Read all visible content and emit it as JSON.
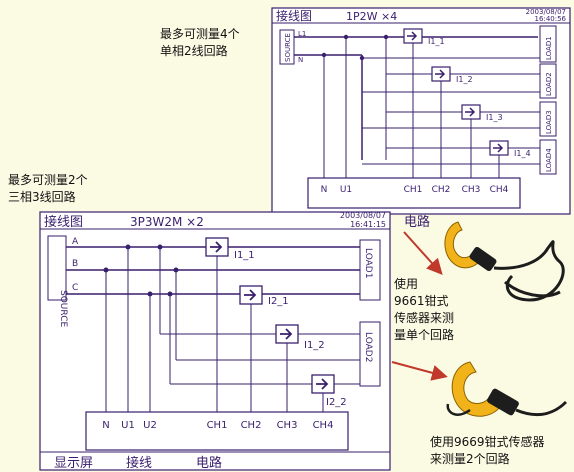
{
  "captions": {
    "four_single_phase": [
      "最多可测量4个",
      "单相2线回路"
    ],
    "two_three_phase": [
      "最多可测量2个",
      "三相3线回路"
    ],
    "clamp_9661": [
      "使用",
      "9661钳式",
      "传感器来测",
      "量单个回路"
    ],
    "clamp_9669": [
      "使用9669钳式传感器",
      "来测量2个回路"
    ]
  },
  "screen_top": {
    "title": "接线图",
    "mode": "1P2W ×4",
    "date": "2003/08/07",
    "time": "16:40:56",
    "source_label": "SOURCE",
    "line_labels": [
      "L1",
      "N"
    ],
    "loads": [
      "LOAD1",
      "LOAD2",
      "LOAD3",
      "LOAD4"
    ],
    "currents": [
      "I1_1",
      "I1_2",
      "I1_3",
      "I1_4"
    ],
    "terminals": [
      "N",
      "U1",
      "CH1",
      "CH2",
      "CH3",
      "CH4"
    ]
  },
  "screen_bottom": {
    "title": "接线图",
    "mode": "3P3W2M ×2",
    "date": "2003/08/07",
    "time": "16:41:15",
    "source_label": "SOURCE",
    "phase_labels": [
      "A",
      "B",
      "C"
    ],
    "loads": [
      "LOAD1",
      "LOAD2"
    ],
    "currents": [
      "I1_1",
      "I2_1",
      "I1_2",
      "I2_2"
    ],
    "terminals": [
      "N",
      "U1",
      "U2",
      "CH1",
      "CH2",
      "CH3",
      "CH4"
    ],
    "menu": [
      "显示屏",
      "接线",
      "电路"
    ],
    "extra_menu": "电路"
  },
  "colors": {
    "line": "#3a1f6e",
    "accent": "#6a3fb0",
    "screen_bg": "#ffffff",
    "arrow_red": "#c0392b",
    "clamp_yellow": "#f2b31a"
  }
}
